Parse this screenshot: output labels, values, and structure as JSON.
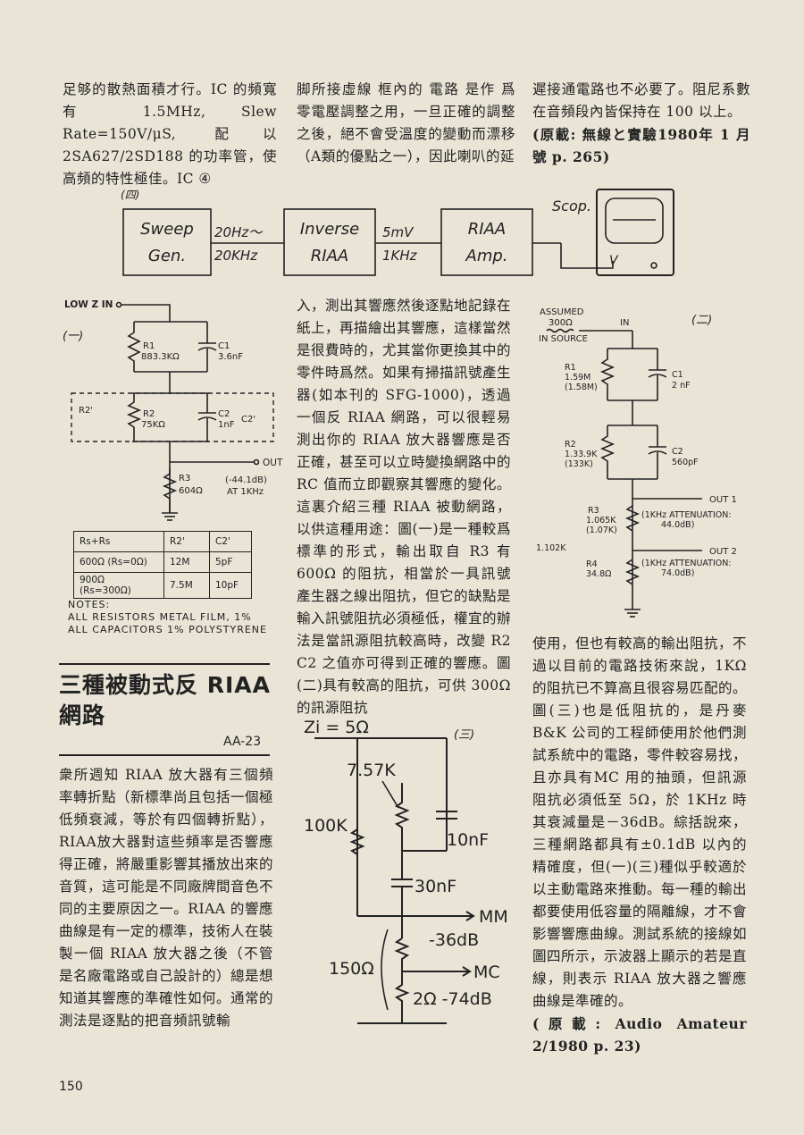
{
  "top_text": {
    "col1": "足够的散熱面積才行。IC 的頻寬有 1.5MHz, Slew Rate=150V/μS, 配以 2SA627/2SD188 的功率管，使高頻的特性極佳。IC ④",
    "col2": "脚所接虛線 框內的 電路 是作 爲零電壓調整之用，一旦正確的調整之後，絕不會受溫度的變動而漂移（A類的優點之一），因此喇叭的延",
    "col3": "遲接通電路也不必要了。阻尼系數在音頻段內皆保持在 100 以上。",
    "col3_source": "(原載: 無線と實驗1980年 1 月號 p. 265)"
  },
  "block_diagram": {
    "fig_label": "(四)",
    "box1": [
      "Sweep",
      "Gen."
    ],
    "arrow1": [
      "20Hz～",
      "20KHz"
    ],
    "box2": [
      "Inverse",
      "RIAA"
    ],
    "arrow2": [
      "5mV",
      "1KHz"
    ],
    "box3": [
      "RIAA",
      "Amp."
    ],
    "scope_label": "Scop.",
    "scope_input": "V"
  },
  "circuit1": {
    "fig_label": "(一)",
    "input": "LOW Z IN",
    "r1": [
      "R1",
      "883.3KΩ"
    ],
    "c1": [
      "C1",
      "3.6nF"
    ],
    "r2p": "R2'",
    "r2": [
      "R2",
      "75KΩ"
    ],
    "c2": [
      "C2",
      "1nF"
    ],
    "c2p": "C2'",
    "out": "OUT",
    "r3": [
      "R3",
      "604Ω"
    ],
    "atten": [
      "(-44.1dB)",
      "AT 1KHz"
    ],
    "table": {
      "headers": [
        "Rs+Rs",
        "R2'",
        "C2'"
      ],
      "rows": [
        [
          "600Ω (Rs=0Ω)",
          "12M",
          "5pF"
        ],
        [
          "900Ω (Rs=300Ω)",
          "7.5M",
          "10pF"
        ]
      ]
    },
    "notes": [
      "NOTES:",
      "ALL RESISTORS METAL FILM, 1%",
      "ALL CAPACITORS 1% POLYSTYRENE"
    ]
  },
  "section": {
    "title_line1": "三種被動式反 RIAA",
    "title_line2": "網路",
    "author": "AA-23"
  },
  "col1_body": "衆所週知 RIAA 放大器有三個頻率轉折點（新標準尚且包括一個極低頻衰減，等於有四個轉折點），RIAA放大器對這些頻率是否響應得正確，將嚴重影響其播放出來的音質，這可能是不同廠牌間音色不同的主要原因之一。RIAA 的響應曲線是有一定的標準，技術人在裝製一個 RIAA 放大器之後（不管是名廠電路或自己設計的）總是想知道其響應的準確性如何。通常的測法是逐點的把音頻訊號輸",
  "col2_body": "入，測出其響應然後逐點地記錄在紙上，再描繪出其響應，這樣當然是很費時的，尤其當你更換其中的零件時爲然。如果有掃描訊號產生器(如本刊的 SFG-1000)，透過一個反 RIAA 網路，可以很輕易測出你的 RIAA 放大器響應是否正確，甚至可以立時變換網路中的 RC 值而立即觀察其響應的變化。這裏介紹三種 RIAA 被動網路，以供這種用途：圖(一)是一種較爲標準的形式，輸出取自 R3 有 600Ω 的阻抗，相當於一具訊號產生器之線出阻抗，但它的缺點是輸入訊號阻抗必須極低，權宜的辦法是當訊源阻抗較高時，改變 R2 C2 之值亦可得到正確的響應。圖(二)具有較高的阻抗，可供 300Ω 的訊源阻抗",
  "circuit2": {
    "fig_label": "(二)",
    "assumed": [
      "ASSUMED",
      "300Ω",
      "IN SOURCE"
    ],
    "input": "IN",
    "r1": [
      "R1",
      "1.59M",
      "(1.58M)"
    ],
    "c1": [
      "C1",
      "2 nF"
    ],
    "r2": [
      "R2",
      "1.33.9K",
      "(133K)"
    ],
    "c2": [
      "C2",
      "560pF"
    ],
    "out1": "OUT 1",
    "r3": [
      "R3",
      "1.065K",
      "(1.07K)"
    ],
    "atten1": [
      "(1KHz ATTENUATION:",
      "44.0dB)"
    ],
    "total": "1.102K",
    "out2": "OUT 2",
    "r4": [
      "R4",
      "34.8Ω"
    ],
    "atten2": [
      "(1KHz ATTENUATION:",
      "74.0dB)"
    ]
  },
  "col3_body": "使用，但也有較高的輸出阻抗，不過以目前的電路技術來說，1KΩ的阻抗已不算高且很容易匹配的。圖(三)也是低阻抗的，是丹麥 B&K 公司的工程師使用於他們測試系統中的電路，零件較容易找，且亦具有MC 用的抽頭，但訊源阻抗必須低至 5Ω，於 1KHz 時其衰減量是－36dB。綜括說來，三種網路都具有±0.1dB 以內的精確度，但(一)(三)種似乎較適於以主動電路來推動。每一種的輸出都要使用低容量的隔離線，才不會影響響應曲線。測試系統的接線如圖四所示，示波器上顯示的若是直線，則表示 RIAA 放大器之響應曲線是準確的。",
  "col3_source": "(原載: Audio Amateur 2/1980 p. 23)",
  "circuit3": {
    "fig_label": "(三)",
    "zi": "Zi = 5Ω",
    "r_top": "7.57K",
    "r_100k": "100K",
    "c_10": "10nF",
    "c_30": "30nF",
    "mm": "MM",
    "mm_db": "-36dB",
    "r_150": "150Ω",
    "mc": "MC",
    "mc_db": "2Ω -74dB"
  },
  "page_number": "150"
}
